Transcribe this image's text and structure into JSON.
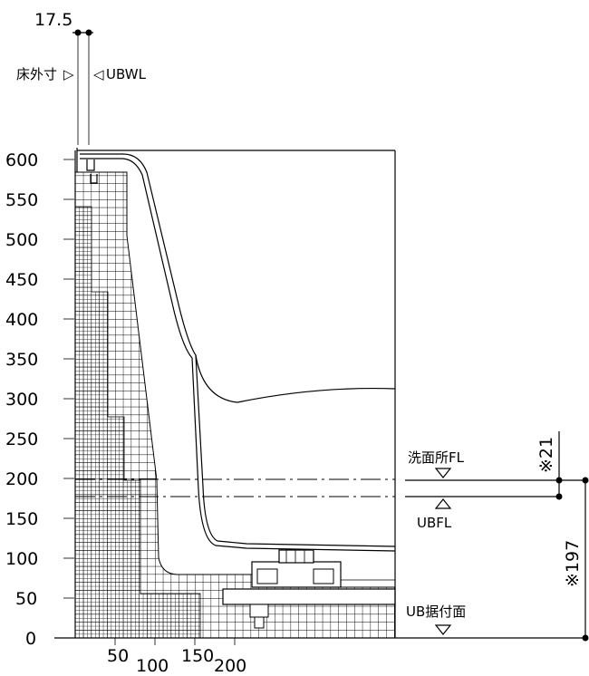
{
  "drawing": {
    "top_dimension": "17.5",
    "floor_outer_label": "床外寸",
    "floor_outer_marker": "▷",
    "ubwl_marker": "◁",
    "ubwl_label": "UBWL",
    "washroom_fl_label": "洗面所FL",
    "ubfl_label": "UBFL",
    "ub_base_label": "UB据付面",
    "dim_21": "※21",
    "dim_197": "※197"
  },
  "axes": {
    "y_ticks": [
      "600",
      "550",
      "500",
      "450",
      "400",
      "350",
      "300",
      "250",
      "200",
      "150",
      "100",
      "50",
      "0"
    ],
    "x_ticks": [
      "50",
      "100",
      "150",
      "200"
    ]
  }
}
